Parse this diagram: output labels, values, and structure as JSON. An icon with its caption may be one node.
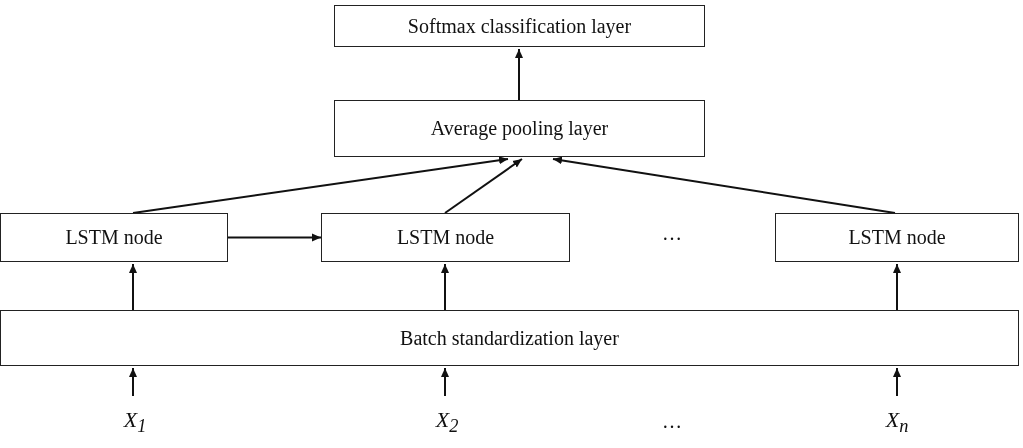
{
  "diagram": {
    "nodes": [
      {
        "text": [
          "Softmax classification layer"
        ]
      },
      {
        "text": [
          "Average pooling layer"
        ]
      },
      {
        "text": [
          "LSTM node"
        ]
      },
      {
        "text": [
          "LSTM node"
        ]
      },
      {
        "text": [
          "LSTM node"
        ]
      },
      {
        "text": [
          "Batch standardization layer"
        ]
      },
      {
        "text": [
          "X$_{1}$"
        ]
      },
      {
        "text": [
          "X$_{2}$"
        ]
      },
      {
        "text": [
          "X$_{n}$"
        ]
      }
    ],
    "edges": [
      {
        "from": 1,
        "to": 0,
        "arrow": "to"
      },
      {
        "from": 2,
        "to": 1,
        "arrow": "to"
      },
      {
        "from": 3,
        "to": 1,
        "arrow": "to"
      },
      {
        "from": 4,
        "to": 1,
        "arrow": "to"
      },
      {
        "from": 2,
        "to": 3,
        "arrow": "to"
      },
      {
        "from": 5,
        "to": 2,
        "arrow": "to"
      },
      {
        "from": 5,
        "to": 3,
        "arrow": "to"
      },
      {
        "from": 5,
        "to": 4,
        "arrow": "to"
      },
      {
        "from": 6,
        "to": 5,
        "arrow": "to"
      },
      {
        "from": 7,
        "to": 5,
        "arrow": "to"
      },
      {
        "from": 8,
        "to": 5,
        "arrow": "to"
      }
    ],
    "labels": [
      "…",
      "…"
    ]
  }
}
